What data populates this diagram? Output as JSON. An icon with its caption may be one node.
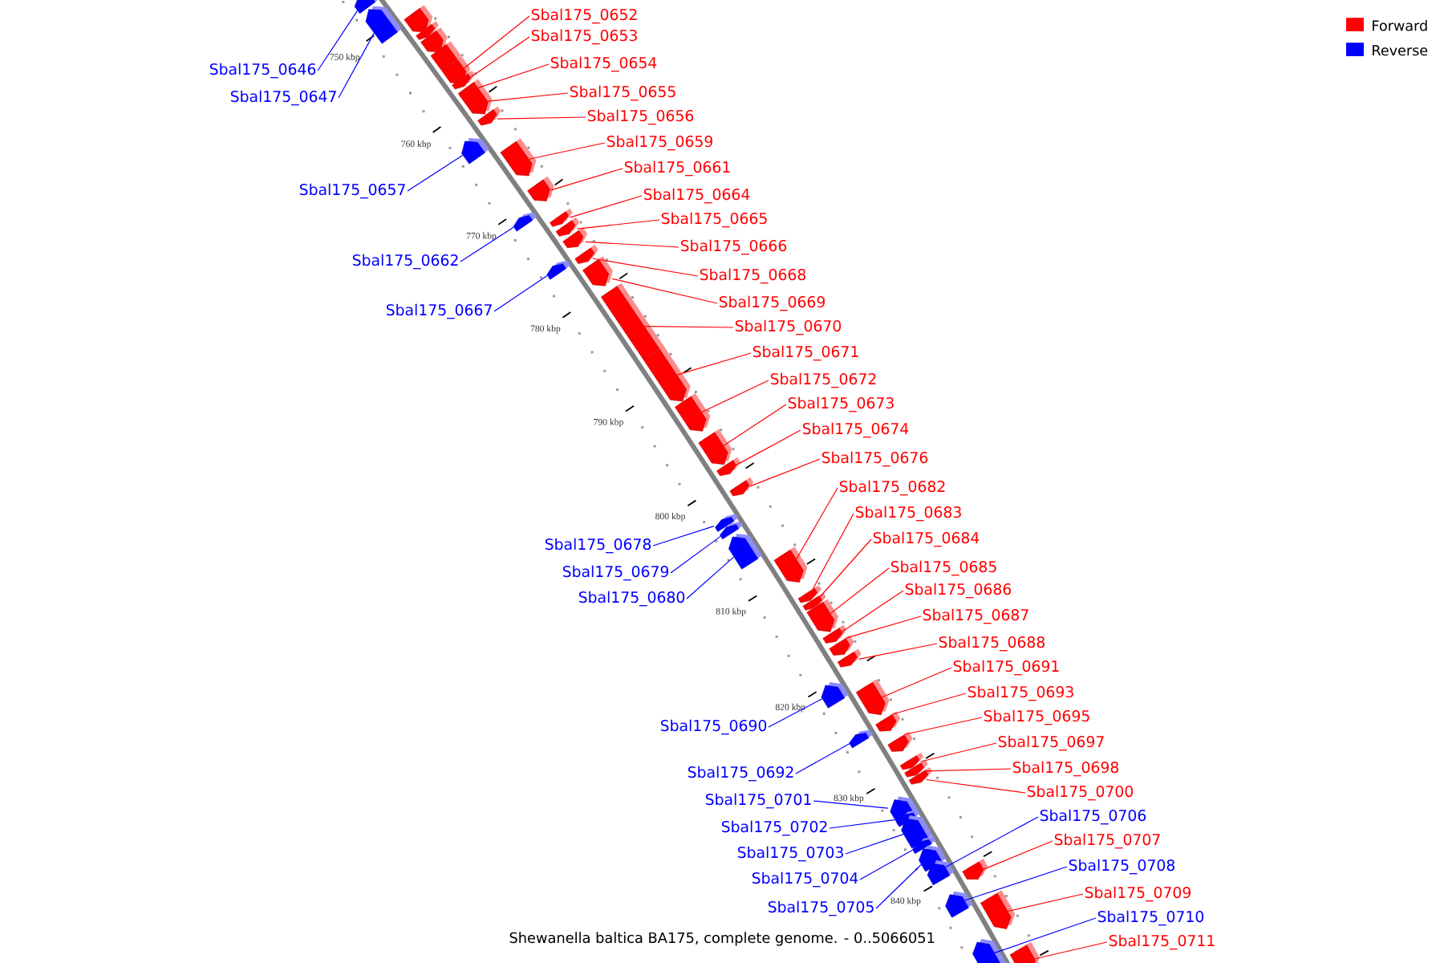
{
  "diagram": {
    "caption": "Shewanella baltica BA175, complete genome. - 0..5066051",
    "nodes": [
      {
        "text": [
          "Sbal175_0652"
        ]
      },
      {
        "text": [
          "Sbal175_0653"
        ]
      },
      {
        "text": [
          "Sbal175_0654"
        ]
      },
      {
        "text": [
          "Sbal175_0646"
        ]
      },
      {
        "text": [
          "Sbal175_0655"
        ]
      },
      {
        "text": [
          "Sbal175_0647"
        ]
      },
      {
        "text": [
          "Sbal175_0656"
        ]
      },
      {
        "text": [
          "Sbal175_0659"
        ]
      },
      {
        "text": [
          "Sbal175_0661"
        ]
      },
      {
        "text": [
          "Sbal175_0657"
        ]
      },
      {
        "text": [
          "Sbal175_0664"
        ]
      },
      {
        "text": [
          "Sbal175_0665"
        ]
      },
      {
        "text": [
          "Sbal175_0666"
        ]
      },
      {
        "text": [
          "Sbal175_0662"
        ]
      },
      {
        "text": [
          "Sbal175_0668"
        ]
      },
      {
        "text": [
          "Sbal175_0669"
        ]
      },
      {
        "text": [
          "Sbal175_0667"
        ]
      },
      {
        "text": [
          "Sbal175_0670"
        ]
      },
      {
        "text": [
          "Sbal175_0671"
        ]
      },
      {
        "text": [
          "Sbal175_0672"
        ]
      },
      {
        "text": [
          "Sbal175_0673"
        ]
      },
      {
        "text": [
          "Sbal175_0674"
        ]
      },
      {
        "text": [
          "Sbal175_0676"
        ]
      },
      {
        "text": [
          "Sbal175_0682"
        ]
      },
      {
        "text": [
          "Sbal175_0683"
        ]
      },
      {
        "text": [
          "Sbal175_0684"
        ]
      },
      {
        "text": [
          "Sbal175_0678"
        ]
      },
      {
        "text": [
          "Sbal175_0685"
        ]
      },
      {
        "text": [
          "Sbal175_0679"
        ]
      },
      {
        "text": [
          "Sbal175_0686"
        ]
      },
      {
        "text": [
          "Sbal175_0680"
        ]
      },
      {
        "text": [
          "Sbal175_0687"
        ]
      },
      {
        "text": [
          "Sbal175_0688"
        ]
      },
      {
        "text": [
          "Sbal175_0691"
        ]
      },
      {
        "text": [
          "Sbal175_0693"
        ]
      },
      {
        "text": [
          "Sbal175_0695"
        ]
      },
      {
        "text": [
          "Sbal175_0690"
        ]
      },
      {
        "text": [
          "Sbal175_0697"
        ]
      },
      {
        "text": [
          "Sbal175_0698"
        ]
      },
      {
        "text": [
          "Sbal175_0692"
        ]
      },
      {
        "text": [
          "Sbal175_0700"
        ]
      },
      {
        "text": [
          "Sbal175_0701"
        ]
      },
      {
        "text": [
          "Sbal175_0706"
        ]
      },
      {
        "text": [
          "Sbal175_0702"
        ]
      },
      {
        "text": [
          "Sbal175_0707"
        ]
      },
      {
        "text": [
          "Sbal175_0703"
        ]
      },
      {
        "text": [
          "Sbal175_0708"
        ]
      },
      {
        "text": [
          "Sbal175_0704"
        ]
      },
      {
        "text": [
          "Sbal175_0709"
        ]
      },
      {
        "text": [
          "Sbal175_0705"
        ]
      },
      {
        "text": [
          "Sbal175_0710"
        ]
      },
      {
        "text": [
          "Sbal175_0711"
        ]
      },
      {
        "text": [],
        "shape": "box"
      },
      {
        "text": [],
        "shape": "box"
      },
      {
        "text": [],
        "shape": "box"
      },
      {
        "text": [],
        "shape": "box"
      },
      {
        "text": [],
        "shape": "box"
      },
      {
        "text": [],
        "shape": "box"
      },
      {
        "text": [],
        "shape": "box"
      },
      {
        "text": [],
        "shape": "box"
      },
      {
        "text": [],
        "shape": "box"
      },
      {
        "text": [],
        "shape": "box"
      },
      {
        "text": [],
        "shape": "box"
      },
      {
        "text": [],
        "shape": "box"
      },
      {
        "text": [],
        "shape": "box"
      },
      {
        "text": [],
        "shape": "box"
      },
      {
        "text": [],
        "shape": "box"
      },
      {
        "text": [],
        "shape": "box"
      },
      {
        "text": [],
        "shape": "box"
      },
      {
        "text": [],
        "shape": "box"
      },
      {
        "text": [],
        "shape": "box"
      },
      {
        "text": [],
        "shape": "box"
      },
      {
        "text": [],
        "shape": "box"
      },
      {
        "text": [],
        "shape": "box"
      },
      {
        "text": [],
        "shape": "box"
      },
      {
        "text": [],
        "shape": "box"
      },
      {
        "text": [],
        "shape": "box"
      },
      {
        "text": [],
        "shape": "box"
      },
      {
        "text": [],
        "shape": "box"
      },
      {
        "text": [],
        "shape": "box"
      },
      {
        "text": [],
        "shape": "box"
      },
      {
        "text": [],
        "shape": "box"
      },
      {
        "text": [],
        "shape": "box"
      },
      {
        "text": [],
        "shape": "box"
      },
      {
        "text": [],
        "shape": "box"
      },
      {
        "text": [],
        "shape": "box"
      },
      {
        "text": [],
        "shape": "box"
      },
      {
        "text": [],
        "shape": "box"
      },
      {
        "text": [],
        "shape": "box"
      },
      {
        "text": [],
        "shape": "box"
      },
      {
        "text": [],
        "shape": "box"
      },
      {
        "text": [],
        "shape": "box"
      },
      {
        "text": [],
        "shape": "box"
      },
      {
        "text": [],
        "shape": "box"
      },
      {
        "text": [],
        "shape": "box"
      },
      {
        "text": [],
        "shape": "box"
      },
      {
        "text": [],
        "shape": "box"
      },
      {
        "text": [],
        "shape": "box"
      },
      {
        "text": [],
        "shape": "box"
      },
      {
        "text": [],
        "shape": "box"
      },
      {
        "text": [],
        "shape": "box"
      },
      {
        "text": [],
        "shape": "box"
      },
      {
        "text": [],
        "shape": "box"
      },
      {
        "text": [],
        "shape": "box"
      },
      {
        "text": [],
        "shape": "box"
      },
      {
        "text": [],
        "shape": "box"
      },
      {
        "text": [],
        "shape": "box"
      },
      {
        "text": [],
        "shape": "box"
      }
    ],
    "edges": [
      {
        "from": 0,
        "to": 58,
        "arrow": "none"
      },
      {
        "from": 1,
        "to": 59,
        "arrow": "none"
      },
      {
        "from": 2,
        "to": 60,
        "arrow": "none"
      },
      {
        "from": 3,
        "to": 52,
        "arrow": "none",
        "color": "#0000ff"
      },
      {
        "from": 4,
        "to": 61,
        "arrow": "none"
      },
      {
        "from": 5,
        "to": 53,
        "arrow": "none",
        "color": "#0000ff"
      },
      {
        "from": 6,
        "to": 62,
        "arrow": "none"
      },
      {
        "from": 7,
        "to": 64,
        "arrow": "none"
      },
      {
        "from": 8,
        "to": 65,
        "arrow": "none"
      },
      {
        "from": 9,
        "to": 63,
        "arrow": "none",
        "color": "#0000ff"
      },
      {
        "from": 10,
        "to": 67,
        "arrow": "none"
      },
      {
        "from": 11,
        "to": 68,
        "arrow": "none"
      },
      {
        "from": 12,
        "to": 69,
        "arrow": "none"
      },
      {
        "from": 13,
        "to": 66,
        "arrow": "none",
        "color": "#0000ff"
      },
      {
        "from": 14,
        "to": 71,
        "arrow": "none"
      },
      {
        "from": 15,
        "to": 72,
        "arrow": "none"
      },
      {
        "from": 16,
        "to": 70,
        "arrow": "none",
        "color": "#0000ff"
      },
      {
        "from": 17,
        "to": 73,
        "arrow": "none"
      },
      {
        "from": 18,
        "to": 74,
        "arrow": "none"
      },
      {
        "from": 19,
        "to": 75,
        "arrow": "none"
      },
      {
        "from": 20,
        "to": 76,
        "arrow": "none"
      },
      {
        "from": 21,
        "to": 77,
        "arrow": "none"
      },
      {
        "from": 22,
        "to": 78,
        "arrow": "none"
      },
      {
        "from": 23,
        "to": 82,
        "arrow": "none"
      },
      {
        "from": 24,
        "to": 83,
        "arrow": "none"
      },
      {
        "from": 25,
        "to": 84,
        "arrow": "none"
      },
      {
        "from": 26,
        "to": 79,
        "arrow": "none",
        "color": "#0000ff"
      },
      {
        "from": 27,
        "to": 85,
        "arrow": "none"
      },
      {
        "from": 28,
        "to": 80,
        "arrow": "none",
        "color": "#0000ff"
      },
      {
        "from": 29,
        "to": 86,
        "arrow": "none"
      },
      {
        "from": 30,
        "to": 81,
        "arrow": "none",
        "color": "#0000ff"
      },
      {
        "from": 31,
        "to": 87,
        "arrow": "none"
      },
      {
        "from": 32,
        "to": 88,
        "arrow": "none"
      },
      {
        "from": 33,
        "to": 90,
        "arrow": "none"
      },
      {
        "from": 34,
        "to": 92,
        "arrow": "none"
      },
      {
        "from": 35,
        "to": 93,
        "arrow": "none"
      },
      {
        "from": 36,
        "to": 89,
        "arrow": "none",
        "color": "#0000ff"
      },
      {
        "from": 37,
        "to": 94,
        "arrow": "none"
      },
      {
        "from": 38,
        "to": 95,
        "arrow": "none"
      },
      {
        "from": 39,
        "to": 91,
        "arrow": "none",
        "color": "#0000ff"
      },
      {
        "from": 40,
        "to": 96,
        "arrow": "none"
      },
      {
        "from": 41,
        "to": 97,
        "arrow": "none",
        "color": "#0000ff"
      },
      {
        "from": 42,
        "to": 102,
        "arrow": "none",
        "color": "#0000ff"
      },
      {
        "from": 43,
        "to": 98,
        "arrow": "none",
        "color": "#0000ff"
      },
      {
        "from": 44,
        "to": 103,
        "arrow": "none"
      },
      {
        "from": 45,
        "to": 99,
        "arrow": "none",
        "color": "#0000ff"
      },
      {
        "from": 46,
        "to": 104,
        "arrow": "none",
        "color": "#0000ff"
      },
      {
        "from": 47,
        "to": 100,
        "arrow": "none",
        "color": "#0000ff"
      },
      {
        "from": 48,
        "to": 105,
        "arrow": "none"
      },
      {
        "from": 49,
        "to": 101,
        "arrow": "none",
        "color": "#0000ff"
      },
      {
        "from": 50,
        "to": 106,
        "arrow": "none",
        "color": "#0000ff"
      },
      {
        "from": 51,
        "to": 107,
        "arrow": "none"
      }
    ],
    "labels": [
      "750 kbp",
      "760 kbp",
      "770 kbp",
      "780 kbp",
      "790 kbp",
      "800 kbp",
      "810 kbp",
      "820 kbp",
      "830 kbp",
      "840 kbp"
    ],
    "legend": [
      {
        "text": "Forward",
        "color": "#ff0000"
      },
      {
        "text": "Reverse",
        "color": "#0000ff"
      }
    ]
  }
}
